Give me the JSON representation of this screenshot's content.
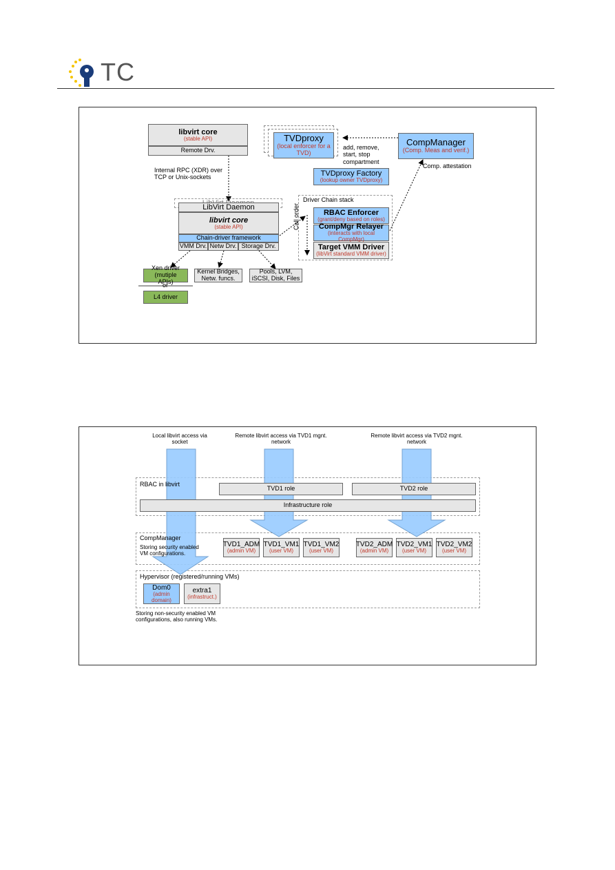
{
  "header": {
    "logo_text": "TC"
  },
  "diagram1": {
    "libvirt_core_top": {
      "title": "libvirt core",
      "subtitle": "(stable API)",
      "remote": "Remote Drv."
    },
    "rpc_label": "Internal RPC (XDR) over TCP or Unix-sockets",
    "daemon_shadow": "LibVirt Daemon",
    "daemon": "LibVirt Daemon",
    "libvirt_core": {
      "title": "libvirt core",
      "subtitle": "(stable API)"
    },
    "chain_framework": "Chain-driver framework",
    "drivers": [
      "VMM Drv.",
      "Netw Drv.",
      "Storage Drv."
    ],
    "xen_driver": "Xen driver (mutiple APIs)",
    "or_label": "or",
    "l4_driver": "L4 driver",
    "kernel_bridges": "Kernel Bridges, Netw. funcs.",
    "pools": "Pools, LVM, iSCSI, Disk, Files",
    "tvdproxy": {
      "title": "TVDproxy",
      "subtitle": "(local enforcer for a TVD)"
    },
    "tvdproxy_actions": "add, remove, start, stop compartment",
    "compmanager": {
      "title": "CompManager",
      "subtitle": "(Comp. Meas and verif.)"
    },
    "comp_attestation": "Comp. attestation",
    "tvdproxy_factory": {
      "title": "TVDproxy Factory",
      "subtitle": "(lookup owner TVDproxy)"
    },
    "driver_chain_stack": "Driver Chain stack",
    "call_order": "Call order",
    "rbac_enforcer": {
      "title": "RBAC Enforcer",
      "subtitle": "(grant/deny based on roles)"
    },
    "compmgr_relayer": {
      "title": "CompMgr Relayer",
      "subtitle": "(interacts with local CompMgr)"
    },
    "target_vmm": {
      "title": "Target VMM Driver",
      "subtitle": "(libVirt standard VMM driver)"
    }
  },
  "diagram2": {
    "arrow_local": "Local libvirt access via socket",
    "arrow_tvd1": "Remote libvirt access via TVD1 mgnt. network",
    "arrow_tvd2": "Remote libvirt access via TVD2 mgnt. network",
    "rbac_label": "RBAC in libvirt",
    "tvd1_role": "TVD1 role",
    "tvd2_role": "TVD2 role",
    "infra_role": "Infrastructure role",
    "compmanager_label": "CompManager",
    "compmanager_desc": "Storing security enabled VM configurations.",
    "vms": [
      {
        "name": "TVD1_ADM",
        "sub": "(admin VM)"
      },
      {
        "name": "TVD1_VM1",
        "sub": "(user VM)"
      },
      {
        "name": "TVD1_VM2",
        "sub": "(user VM)"
      },
      {
        "name": "TVD2_ADM",
        "sub": "(admin VM)"
      },
      {
        "name": "TVD2_VM1",
        "sub": "(user VM)"
      },
      {
        "name": "TVD2_VM2",
        "sub": "(user VM)"
      }
    ],
    "hypervisor_label": "Hypervisor (registered/running VMs)",
    "dom0": {
      "name": "Dom0",
      "sub": "(admin domain)"
    },
    "extra1": {
      "name": "extra1",
      "sub": "(infrastruct.)"
    },
    "hypervisor_desc": "Storing non-security enabled VM configurations, also running VMs."
  },
  "colors": {
    "blue": "#99ccff",
    "gray": "#e6e6e6",
    "green": "#8ab85a",
    "red_text": "#c0392b"
  }
}
